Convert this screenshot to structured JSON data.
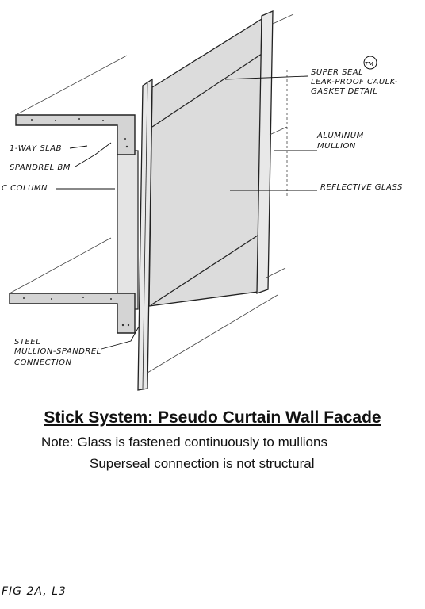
{
  "labels": {
    "superseal": "SUPER SEAL",
    "tm": "TM",
    "leakproof": "LEAK-PROOF CAULK-",
    "gasket": "GASKET DETAIL",
    "aluminum": "ALUMINUM",
    "mullion": "MULLION",
    "reflective": "REFLECTIVE GLASS",
    "slab": "1-WAY SLAB",
    "spandrel": "SPANDREL BM",
    "column": "C COLUMN",
    "steel": "STEEL",
    "mullion_spandrel": "MULLION-SPANDREL",
    "connection": "CONNECTION"
  },
  "caption": {
    "title": "Stick System:  Pseudo Curtain Wall Facade",
    "note": "Note:  Glass is fastened continuously to mullions",
    "note2": "Superseal connection is not structural"
  },
  "figure_ref": "FIG 2A, L3"
}
